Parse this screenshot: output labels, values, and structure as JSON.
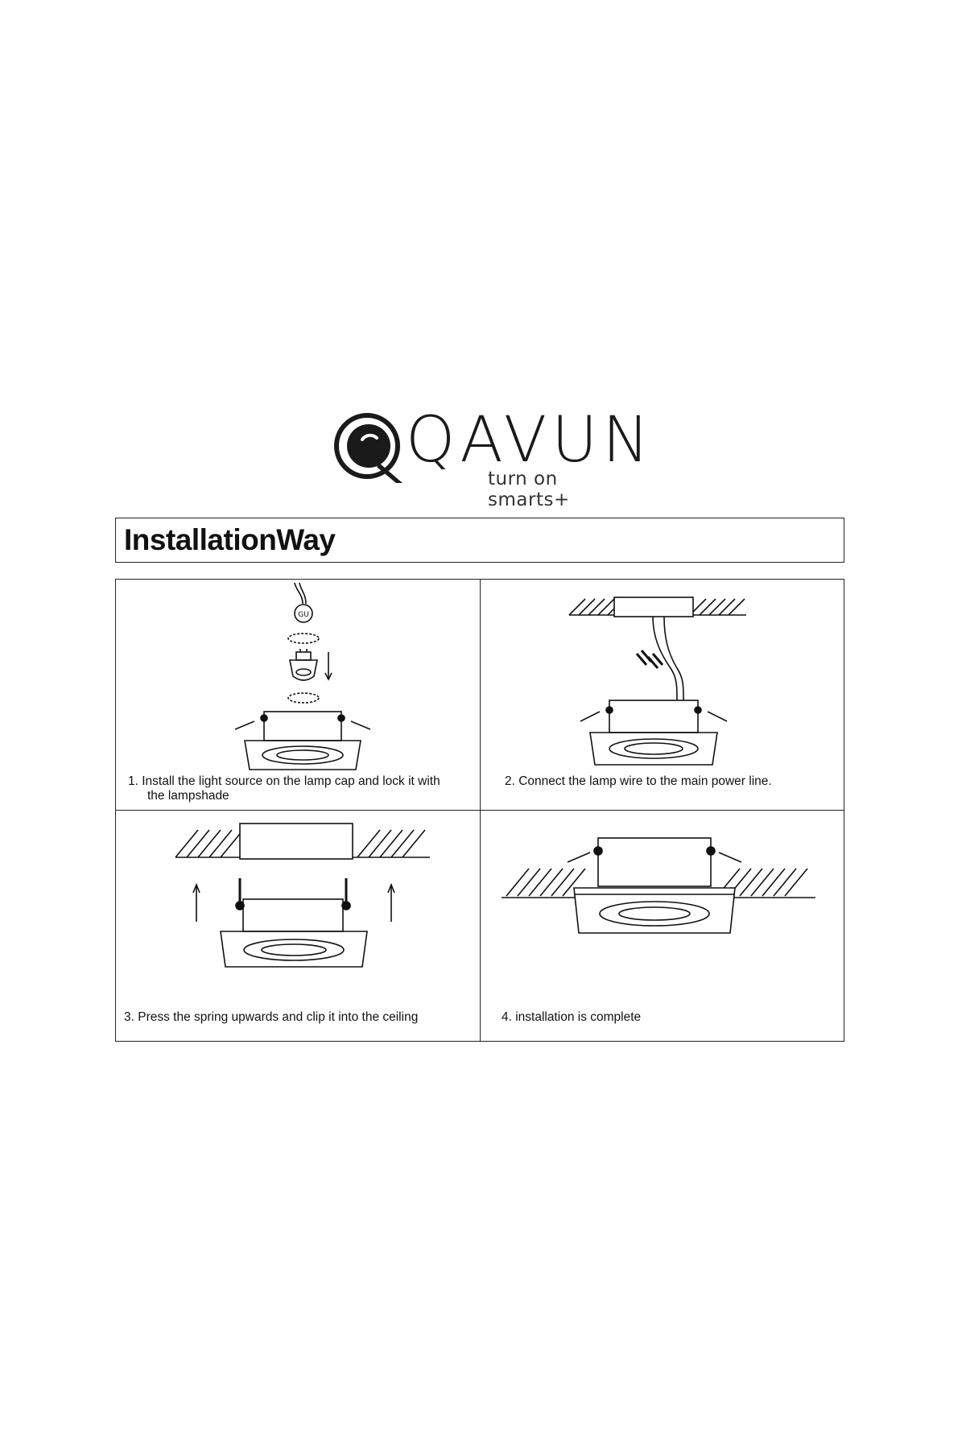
{
  "brand": {
    "name": "QAVUN",
    "tagline": "turn on smarts+"
  },
  "section_title": "InstallationWay",
  "steps": [
    {
      "line1": "1. Install the light source on the lamp cap and lock it with",
      "line2": "the lampshade"
    },
    {
      "line1": "2. Connect the lamp wire to the main power line."
    },
    {
      "line1": "3. Press the spring upwards and clip it into the ceiling"
    },
    {
      "line1": "4. installation is complete"
    }
  ],
  "icons": [
    "logo-mark-icon",
    "gu10-bulb-icon",
    "ceiling-hatch-icon",
    "spring-clip-icon",
    "arrow-up-icon"
  ],
  "colors": {
    "ink": "#111111",
    "background": "#ffffff"
  }
}
